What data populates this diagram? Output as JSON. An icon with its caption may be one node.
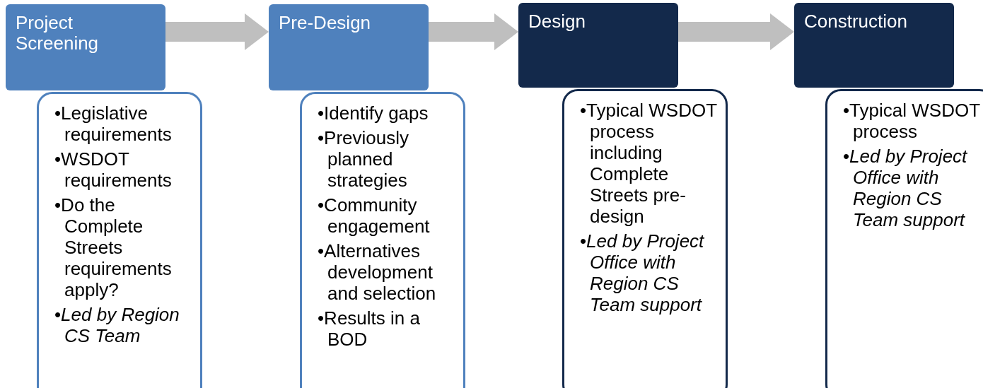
{
  "diagram": {
    "nodes": [
      {
        "text": [
          "Project Screening"
        ]
      },
      {
        "text": [
          "•Legislative requirements",
          "•WSDOT requirements",
          "•Do the Complete Streets requirements apply?",
          "•*Led by Region CS Team*"
        ]
      },
      {
        "text": [
          "Pre-Design"
        ]
      },
      {
        "text": [
          "•Identify gaps",
          "•Previously planned strategies",
          "•Community engagement",
          "•Alternatives development and selection",
          "•Results in a BOD"
        ]
      },
      {
        "text": [
          "Design"
        ]
      },
      {
        "text": [
          "•Typical WSDOT process including Complete Streets pre-design",
          "•*Led by Project Office with Region CS Team support*"
        ]
      },
      {
        "text": [
          "Construction"
        ]
      },
      {
        "text": [
          "•Typical WSDOT process",
          "•*Led by Project Office with Region CS Team support*"
        ]
      }
    ],
    "edges": [
      {
        "from": 0,
        "to": 2,
        "arrow": "to"
      },
      {
        "from": 2,
        "to": 4,
        "arrow": "to"
      },
      {
        "from": 4,
        "to": 6,
        "arrow": "to"
      }
    ]
  }
}
